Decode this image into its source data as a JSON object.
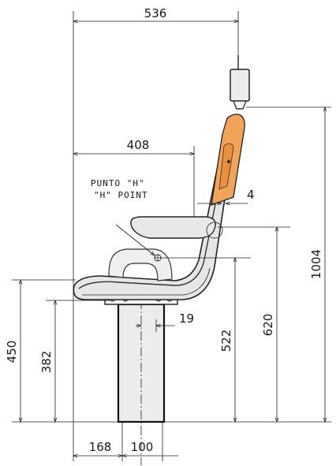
{
  "notes": {
    "h_point_it": "PUNTO \"H\"",
    "h_point_en": "\"H\" POINT"
  },
  "dimensions": {
    "overall_length": "536",
    "seat_to_back": "408",
    "armrest_thickness": "4",
    "overall_height": "1004",
    "armrest_height": "620",
    "h_point_height": "522",
    "seat_height": "450",
    "base_height": "382",
    "offset": "19",
    "front_offset": "168",
    "column_width": "100"
  },
  "colors": {
    "line": "#222222",
    "seat_fill": "#e6e6e6",
    "cushion": "#f2a35a",
    "column_fill": "#ececec"
  }
}
